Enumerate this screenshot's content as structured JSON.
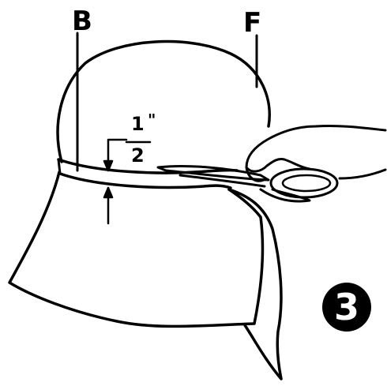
{
  "labels": {
    "back_marker": "B",
    "front_marker": "F",
    "measurement_numerator": "1",
    "measurement_denominator": "2",
    "measurement_unit_mark": "\"",
    "step_number": "3"
  },
  "illustration": {
    "line_color": "#000000",
    "background_color": "#ffffff",
    "badge_color": "#000000",
    "badge_text_color": "#ffffff"
  }
}
